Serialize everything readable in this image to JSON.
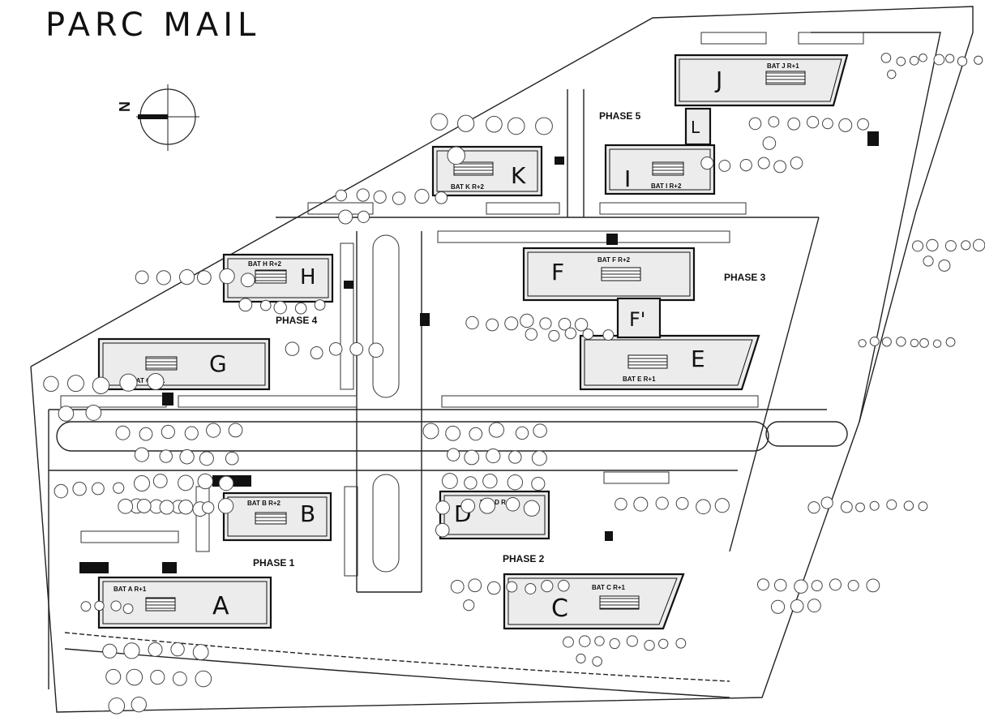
{
  "title": "PARC MAIL",
  "compass": {
    "letter": "N",
    "icon": "north-arrow-icon"
  },
  "phases": [
    {
      "id": "phase-1",
      "label": "PHASE 1"
    },
    {
      "id": "phase-2",
      "label": "PHASE 2"
    },
    {
      "id": "phase-3",
      "label": "PHASE 3"
    },
    {
      "id": "phase-4",
      "label": "PHASE 4"
    },
    {
      "id": "phase-5",
      "label": "PHASE 5"
    }
  ],
  "buildings": [
    {
      "letter": "A",
      "tag": "BAT A R+1"
    },
    {
      "letter": "B",
      "tag": "BAT B R+2"
    },
    {
      "letter": "C",
      "tag": "BAT C R+1"
    },
    {
      "letter": "D",
      "tag": "BAT D R+2"
    },
    {
      "letter": "E",
      "tag": "BAT E R+1"
    },
    {
      "letter": "F",
      "tag": "BAT F R+2"
    },
    {
      "letter": "F'",
      "tag": ""
    },
    {
      "letter": "G",
      "tag": "BAT G R+1"
    },
    {
      "letter": "H",
      "tag": "BAT H R+2"
    },
    {
      "letter": "I",
      "tag": "BAT I R+2"
    },
    {
      "letter": "J",
      "tag": "BAT J R+1"
    },
    {
      "letter": "K",
      "tag": "BAT K R+2"
    },
    {
      "letter": "L",
      "tag": ""
    }
  ]
}
